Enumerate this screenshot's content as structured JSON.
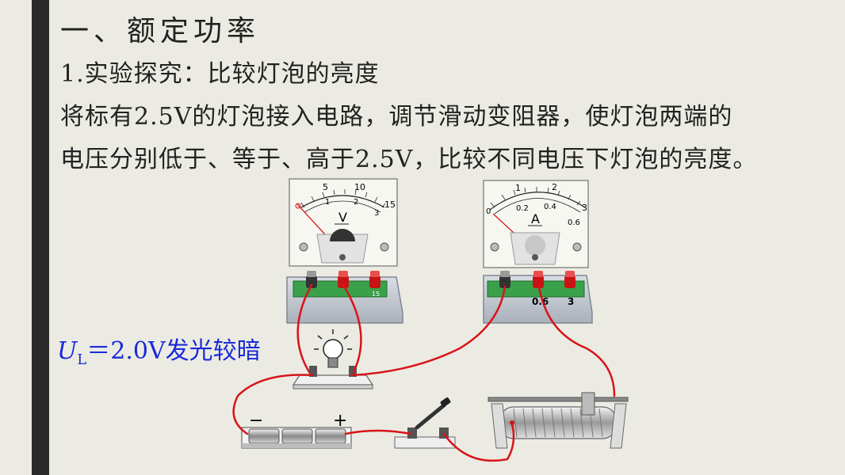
{
  "heading": "一、额定功率",
  "subheading": "1.实验探究：比较灯泡的亮度",
  "paragraph": {
    "line1": "将标有2.5V的灯泡接入电路，调节滑动变阻器，使灯泡两端的",
    "line2": "电压分别低于、等于、高于2.5V，比较不同电压下灯泡的亮度。"
  },
  "condition": {
    "symbol": "U",
    "subscript": "L",
    "value_text": "＝2.0V发光较暗"
  },
  "voltmeter": {
    "symbol": "V",
    "scale_upper": [
      "5",
      "10",
      "15"
    ],
    "scale_lower": [
      "1",
      "2",
      "3"
    ],
    "terminal_label": "15"
  },
  "ammeter": {
    "symbol": "A",
    "scale_upper": [
      "1",
      "2",
      "3"
    ],
    "scale_lower": [
      "0",
      "0.2",
      "0.4",
      "0.6"
    ],
    "terminal_labels": [
      "0.6",
      "3"
    ]
  },
  "battery": {
    "minus": "−",
    "plus": "+"
  },
  "colors": {
    "wire": "#d8141a",
    "highlight_text": "#1a2bd6",
    "bar": "#2a2a2a"
  }
}
